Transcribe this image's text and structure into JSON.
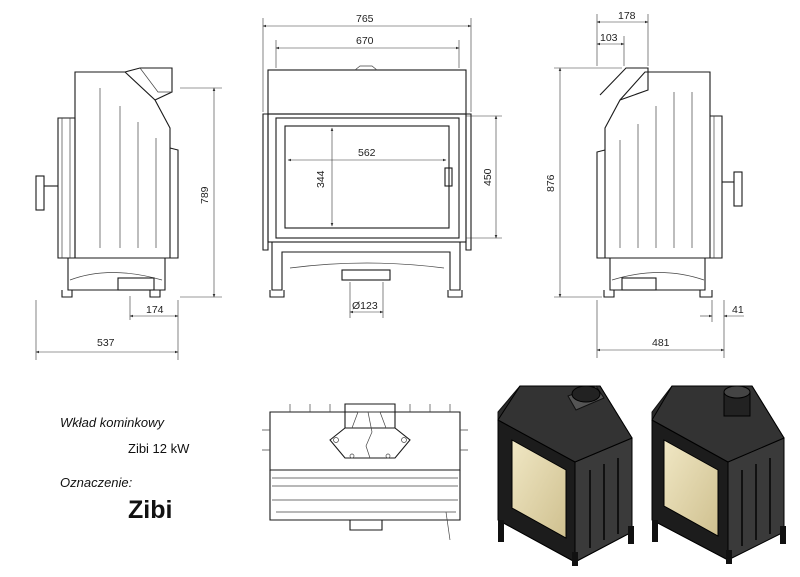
{
  "dimensions": {
    "side_left_depth": "537",
    "side_left_offset": "174",
    "side_left_height": "789",
    "front_total_width": "765",
    "front_top_width": "670",
    "front_glass_width": "562",
    "front_glass_height": "344",
    "front_door_height": "450",
    "front_flue_diameter": "Ø123",
    "side_right_flue_offset": "178",
    "side_right_flue_inner": "103",
    "side_right_height": "876",
    "side_right_depth": "481",
    "side_right_foot": "41"
  },
  "caption": {
    "title": "Wkład kominkowy",
    "model": "Zibi 12 kW",
    "designation_label": "Oznaczenie:",
    "designation": "Zibi"
  },
  "colors": {
    "line": "#1a1a1a",
    "glass": "#e6dcb6",
    "body": "#1c1c1c"
  }
}
